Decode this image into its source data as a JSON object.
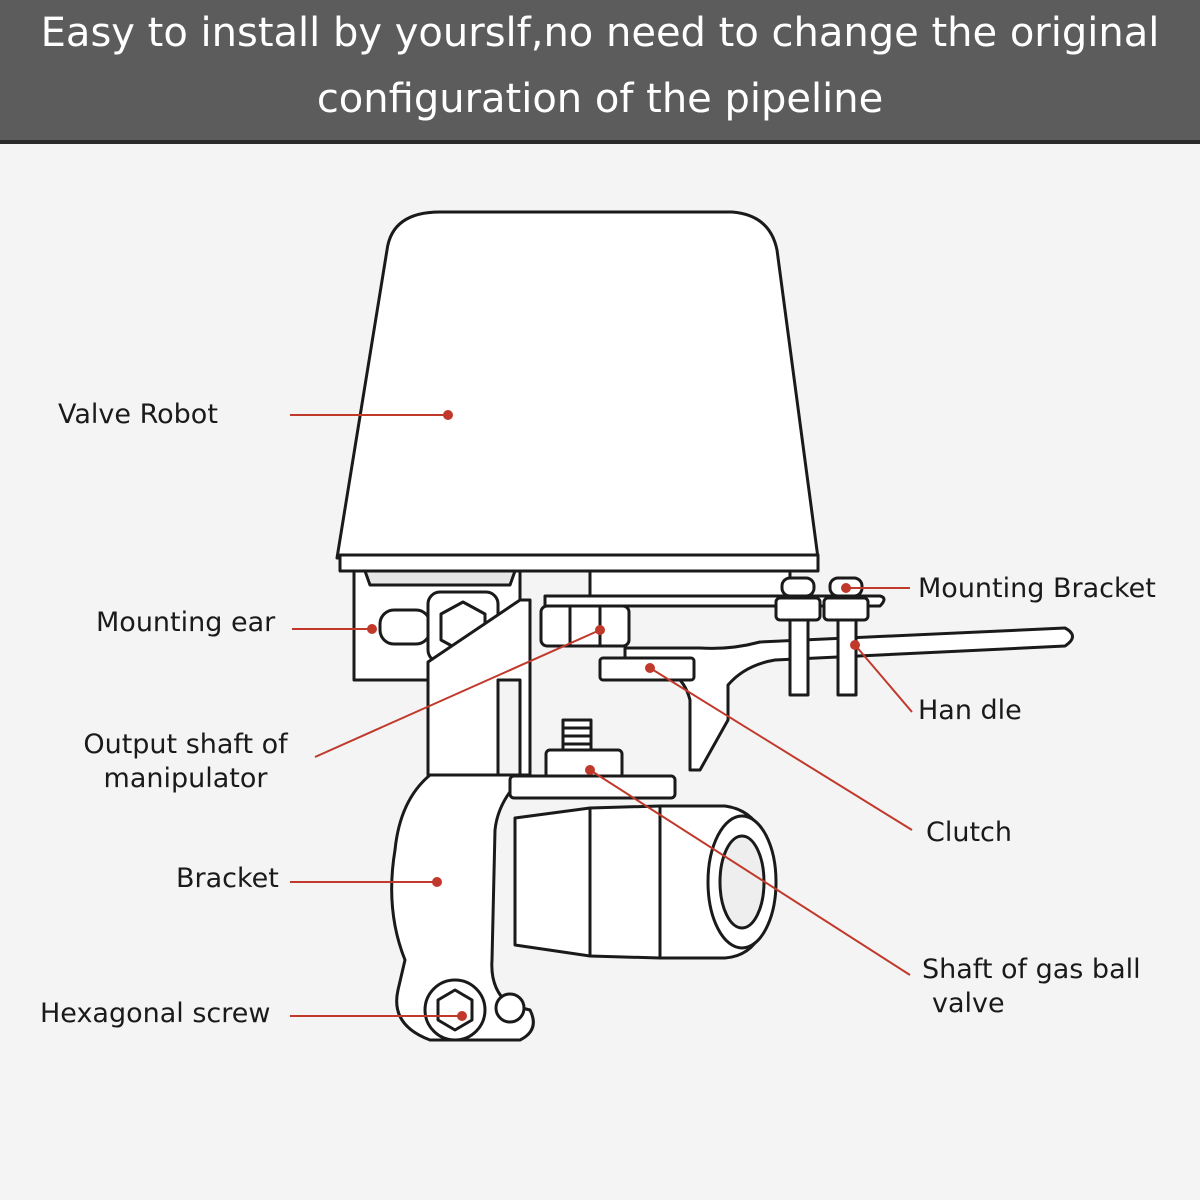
{
  "banner": {
    "line1": "Easy to install by yourslf,no need to change the original",
    "line2": "configuration of the pipeline"
  },
  "colors": {
    "banner_bg": "#5c5c5c",
    "leader_line": "#c0392b",
    "outline": "#1a1a1a",
    "background": "#f4f4f4"
  },
  "labels": {
    "valve_robot": "Valve Robot",
    "mounting_ear": "Mounting ear",
    "output_shaft_line1": "Output shaft of",
    "output_shaft_line2": "manipulator",
    "bracket": "Bracket",
    "hexagonal_screw": "Hexagonal screw",
    "mounting_bracket": "Mounting Bracket",
    "handle": "Han dle",
    "clutch": "Clutch",
    "shaft_gas_line1": "Shaft of gas ball",
    "shaft_gas_line2": "valve"
  }
}
